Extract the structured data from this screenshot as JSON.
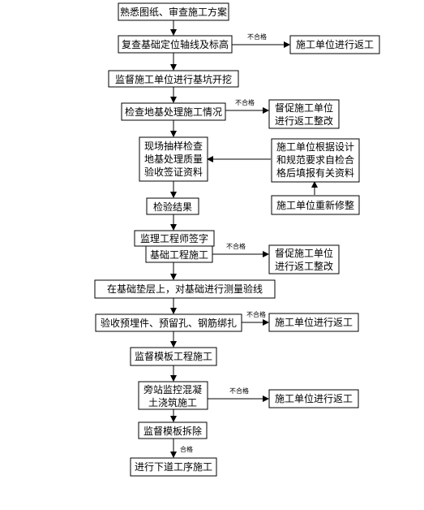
{
  "diagram": {
    "nodes": {
      "n1": [
        "熟悉图纸、审查施工方案"
      ],
      "n2": [
        "复查基础定位轴线及标高"
      ],
      "n2r": [
        "施工单位进行返工"
      ],
      "n3": [
        "监督施工单位进行基坑开挖"
      ],
      "n4": [
        "检查地基处理施工情况"
      ],
      "n4r": [
        "督促施工单位",
        "进行返工整改"
      ],
      "n5": [
        "现场抽样检查",
        "地基处理质量",
        "验收签证资料"
      ],
      "n5r": [
        "施工单位根据设计",
        "和规范要求自检合",
        "格后填报有关资料"
      ],
      "n5rb": [
        "施工单位重新修整"
      ],
      "n6": [
        "检验结果"
      ],
      "n7": [
        "监理工程师签字"
      ],
      "n8": [
        "基础工程施工"
      ],
      "n8r": [
        "督促施工单位",
        "进行返工整改"
      ],
      "n9": [
        "在基础垫层上，对基础进行测量验线"
      ],
      "n10": [
        "验收预埋件、预留孔、钢筋绑扎"
      ],
      "n10r": [
        "施工单位进行返工"
      ],
      "n11": [
        "监督模板工程施工"
      ],
      "n12": [
        "旁站监控混凝",
        "土浇筑施工"
      ],
      "n12r": [
        "施工单位进行返工"
      ],
      "n13": [
        "监督模板拆除"
      ],
      "n14": [
        "进行下道工序施工"
      ]
    },
    "edge_labels": {
      "fail": "不合格",
      "pass": "合格"
    }
  }
}
